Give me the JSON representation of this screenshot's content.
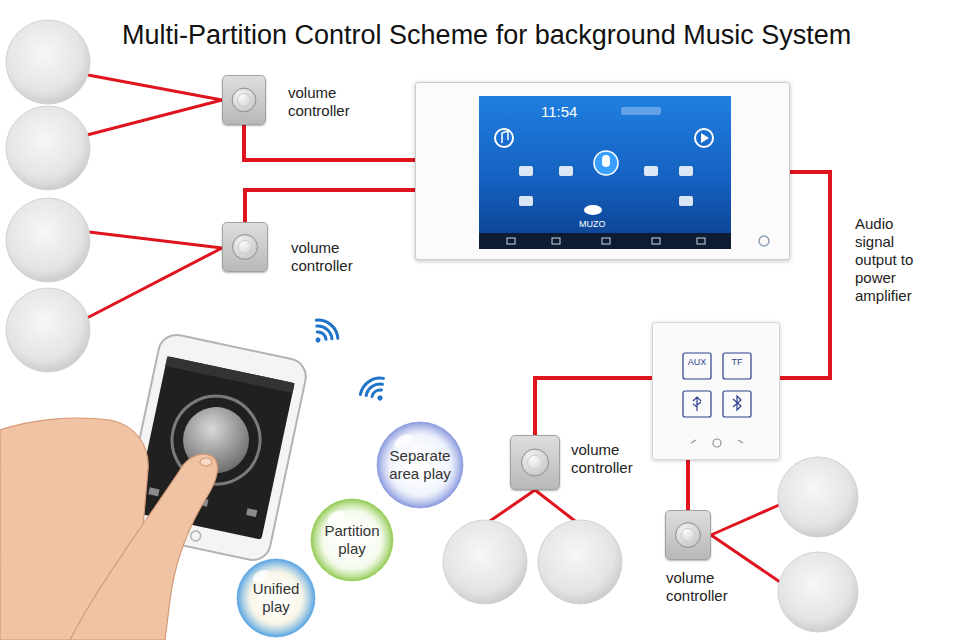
{
  "diagram": {
    "title": "Multi-Partition Control Scheme for background Music System",
    "nodes": [
      {
        "text": [
          "volume controller"
        ]
      },
      {
        "text": [
          "11:54",
          "MUZO"
        ]
      },
      {
        "text": [
          "volume controller"
        ]
      },
      {
        "text": [
          "AUX",
          "TF"
        ]
      },
      {
        "text": [
          "Separate area play"
        ]
      },
      {
        "text": [
          "volume controller"
        ]
      },
      {
        "text": [
          "Partition play"
        ]
      },
      {
        "text": [
          "volume controller"
        ]
      },
      {
        "text": [
          "Unified play"
        ]
      }
    ],
    "edges": [
      {
        "from": 0,
        "to": 1,
        "arrow": "none"
      },
      {
        "from": 2,
        "to": 1,
        "arrow": "none"
      },
      {
        "from": 1,
        "to": 3,
        "arrow": "none",
        "label": "Audio signal output to power amplifier"
      },
      {
        "from": 3,
        "to": 5,
        "arrow": "none"
      },
      {
        "from": 3,
        "to": 7,
        "arrow": "none"
      }
    ]
  }
}
